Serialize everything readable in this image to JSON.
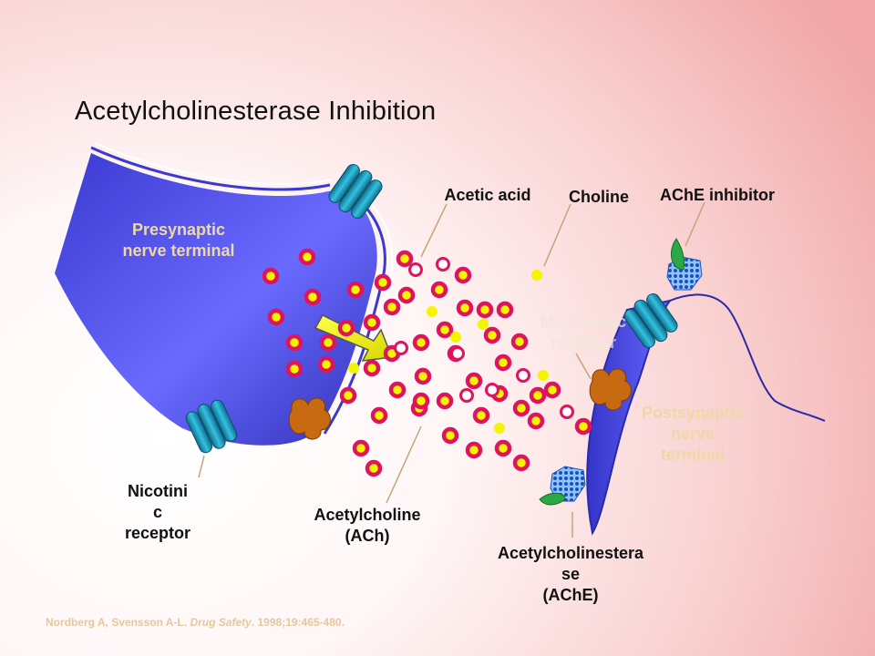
{
  "title": "Acetylcholinesterase Inhibition",
  "labels": {
    "presynaptic": "Presynaptic\nnerve terminal",
    "postsynaptic": "Postsynaptic\nnerve\nterminal",
    "acetic_acid": "Acetic acid",
    "choline": "Choline",
    "ache_inhibitor": "AChE inhibitor",
    "muscarinic": "Muscarinic\nreceptor",
    "nicotinic": "Nicotini\nc\nreceptor",
    "acetylcholine": "Acetylcholine\n(ACh)",
    "ache": "Acetylcholinestera\nse\n(AChE)"
  },
  "citation": {
    "authors": "Nordberg A, Svensson A-L. ",
    "journal": "Drug Safety",
    "details": ". 1998;19:465-480."
  },
  "colors": {
    "presynaptic": "#4a4ae0",
    "postsynaptic": "#4a4ae0",
    "vesicle": "#e0135f",
    "choline_dot": "#f5f500",
    "receptor": "#1a8fb3",
    "enzyme": "#2a6fd6",
    "inhibitor": "#2aa845",
    "muscarinic_receptor": "#c86a12"
  }
}
